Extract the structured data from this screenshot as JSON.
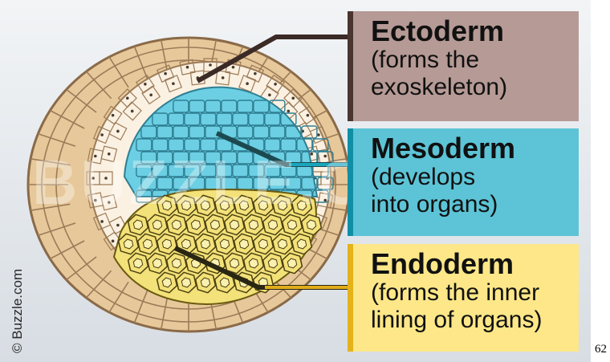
{
  "labels": {
    "ectoderm": {
      "title": "Ectoderm",
      "desc": "(forms the\nexoskeleton)"
    },
    "mesoderm": {
      "title": "Mesoderm",
      "desc": "(develops\ninto organs)"
    },
    "endoderm": {
      "title": "Endoderm",
      "desc": "(forms the inner\nlining of organs)"
    }
  },
  "credit": "© Buzzle.com",
  "watermark": "BUZZLE.COM",
  "page_number": "62",
  "colors": {
    "ectoderm_box": "#b69a95",
    "mesoderm_box": "#5cc4d6",
    "endoderm_box": "#fde788",
    "outer_cells": "#e7c89a",
    "mesoderm_cells": "#6ccfe3",
    "endoderm_cells": "#f3e179"
  }
}
